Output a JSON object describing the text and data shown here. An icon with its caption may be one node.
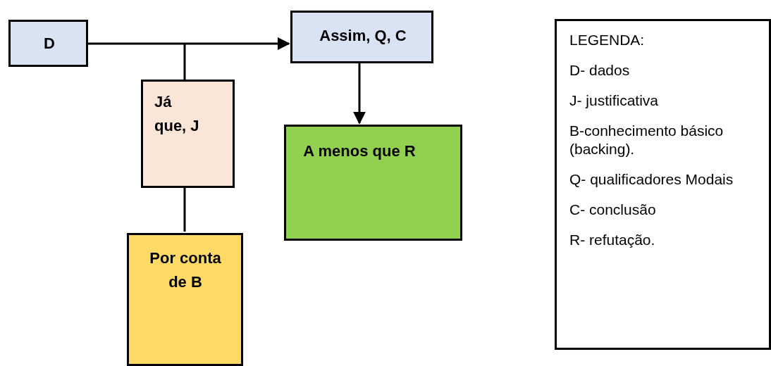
{
  "diagram": {
    "nodes": [
      {
        "text": [
          "D"
        ]
      },
      {
        "text": [
          "Assim, Q, C"
        ]
      },
      {
        "text": [
          "Já que, J"
        ]
      },
      {
        "text": [
          "A menos que R"
        ]
      },
      {
        "text": [
          "Por conta de B"
        ]
      },
      {
        "text": [
          "LEGENDA:",
          "D- dados",
          "J- justificativa",
          "B-conhecimento básico (backing).",
          "Q- qualificadores Modais",
          "C- conclusão",
          "R- refutação."
        ]
      }
    ],
    "edges": [
      {
        "from": 0,
        "to": 1,
        "arrow": "to"
      },
      {
        "from": 2,
        "to": null,
        "arrow": "none"
      },
      {
        "from": 2,
        "to": 4,
        "arrow": "none"
      },
      {
        "from": 1,
        "to": 3,
        "arrow": "to"
      }
    ]
  }
}
